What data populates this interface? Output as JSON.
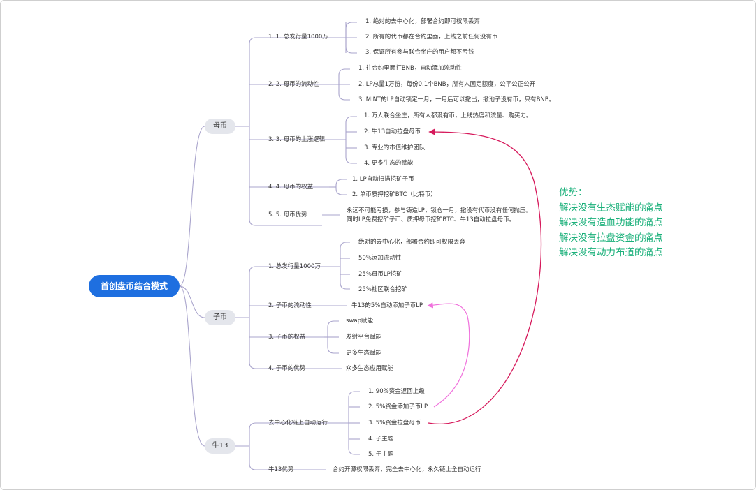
{
  "root": "首创盘币结合模式",
  "nodes": {
    "mu": "母币",
    "zi": "子币",
    "niu": "牛13"
  },
  "mu_branches": {
    "b1": "1. 1. 总发行量1000万",
    "b1_items": [
      "1. 绝对的去中心化，部署合约即可权限丢弃",
      "2. 所有的代币都在合约里面，上线之前任何没有币",
      "3. 保证所有参与联合坐庄的用户都不亏钱"
    ],
    "b2": "2. 2. 母币的流动性",
    "b2_items": [
      "1. 往合约里面打BNB，自动添加流动性",
      "2. LP总量1万份，每份0.1个BNB，所有人固定额度，公平公正公开",
      "3. MINT的LP自动锁定一月，一月后可以撤出，撤池子没有币，只有BNB。"
    ],
    "b3": "3. 3. 母币的上涨逻辑",
    "b3_items": [
      "1. 万人联合坐庄，所有人都没有币，上线热度和流量、购买力。",
      "2. 牛13自动拉盘母币",
      "3. 专业的市值维护团队",
      "4. 更多生态的赋能"
    ],
    "b4": "4. 4. 母币的权益",
    "b4_items": [
      "1. LP自动扫描挖矿子币",
      "2. 单币质押挖矿BTC（比特币）"
    ],
    "b5": "5. 5. 母币优势",
    "b5_text": [
      "永远不可能亏损，参与铸造LP，锁仓一月，撤没有代币没有任何抛压。",
      "同时LP免费挖矿子币、质押母币挖矿BTC、牛13自动拉盘母币。"
    ]
  },
  "zi_branches": {
    "c1": "1. 总发行量1000万",
    "c1_items": [
      "绝对的去中心化，部署合约即可权限丢弃",
      "50%添加流动性",
      "25%母币LP挖矿",
      "25%社区联合挖矿"
    ],
    "c2": "2. 子币的流动性",
    "c2_item": "牛13的5%自动添加子币LP",
    "c3": "3. 子币的权益",
    "c3_items": [
      "swap赋能",
      "发射平台赋能",
      "更多生态赋能"
    ],
    "c4": "4. 子币的优势",
    "c4_item": "众多生态应用赋能"
  },
  "niu_branches": {
    "d1": "去中心化链上自动运行",
    "d1_items": [
      "1. 90%资金返回上级",
      "2. 5%资金添加子币LP",
      "3. 5%资金拉盘母币",
      "4. 子主题",
      "5. 子主题"
    ],
    "d2": "牛13优势",
    "d2_item": "合约开源权限丢弃，完全去中心化，永久链上全自动运行"
  },
  "advantages": [
    "优势：",
    "解决没有生态赋能的痛点",
    "解决没有造血功能的痛点",
    "解决没有拉盘资金的痛点",
    "解决没有动力布道的痛点"
  ],
  "colors": {
    "root": "#1e6fe0",
    "connector": "#a9a4cc",
    "arrow_red": "#d6195b",
    "arrow_pink": "#f070dc",
    "advantage_text": "#1ab07a"
  }
}
